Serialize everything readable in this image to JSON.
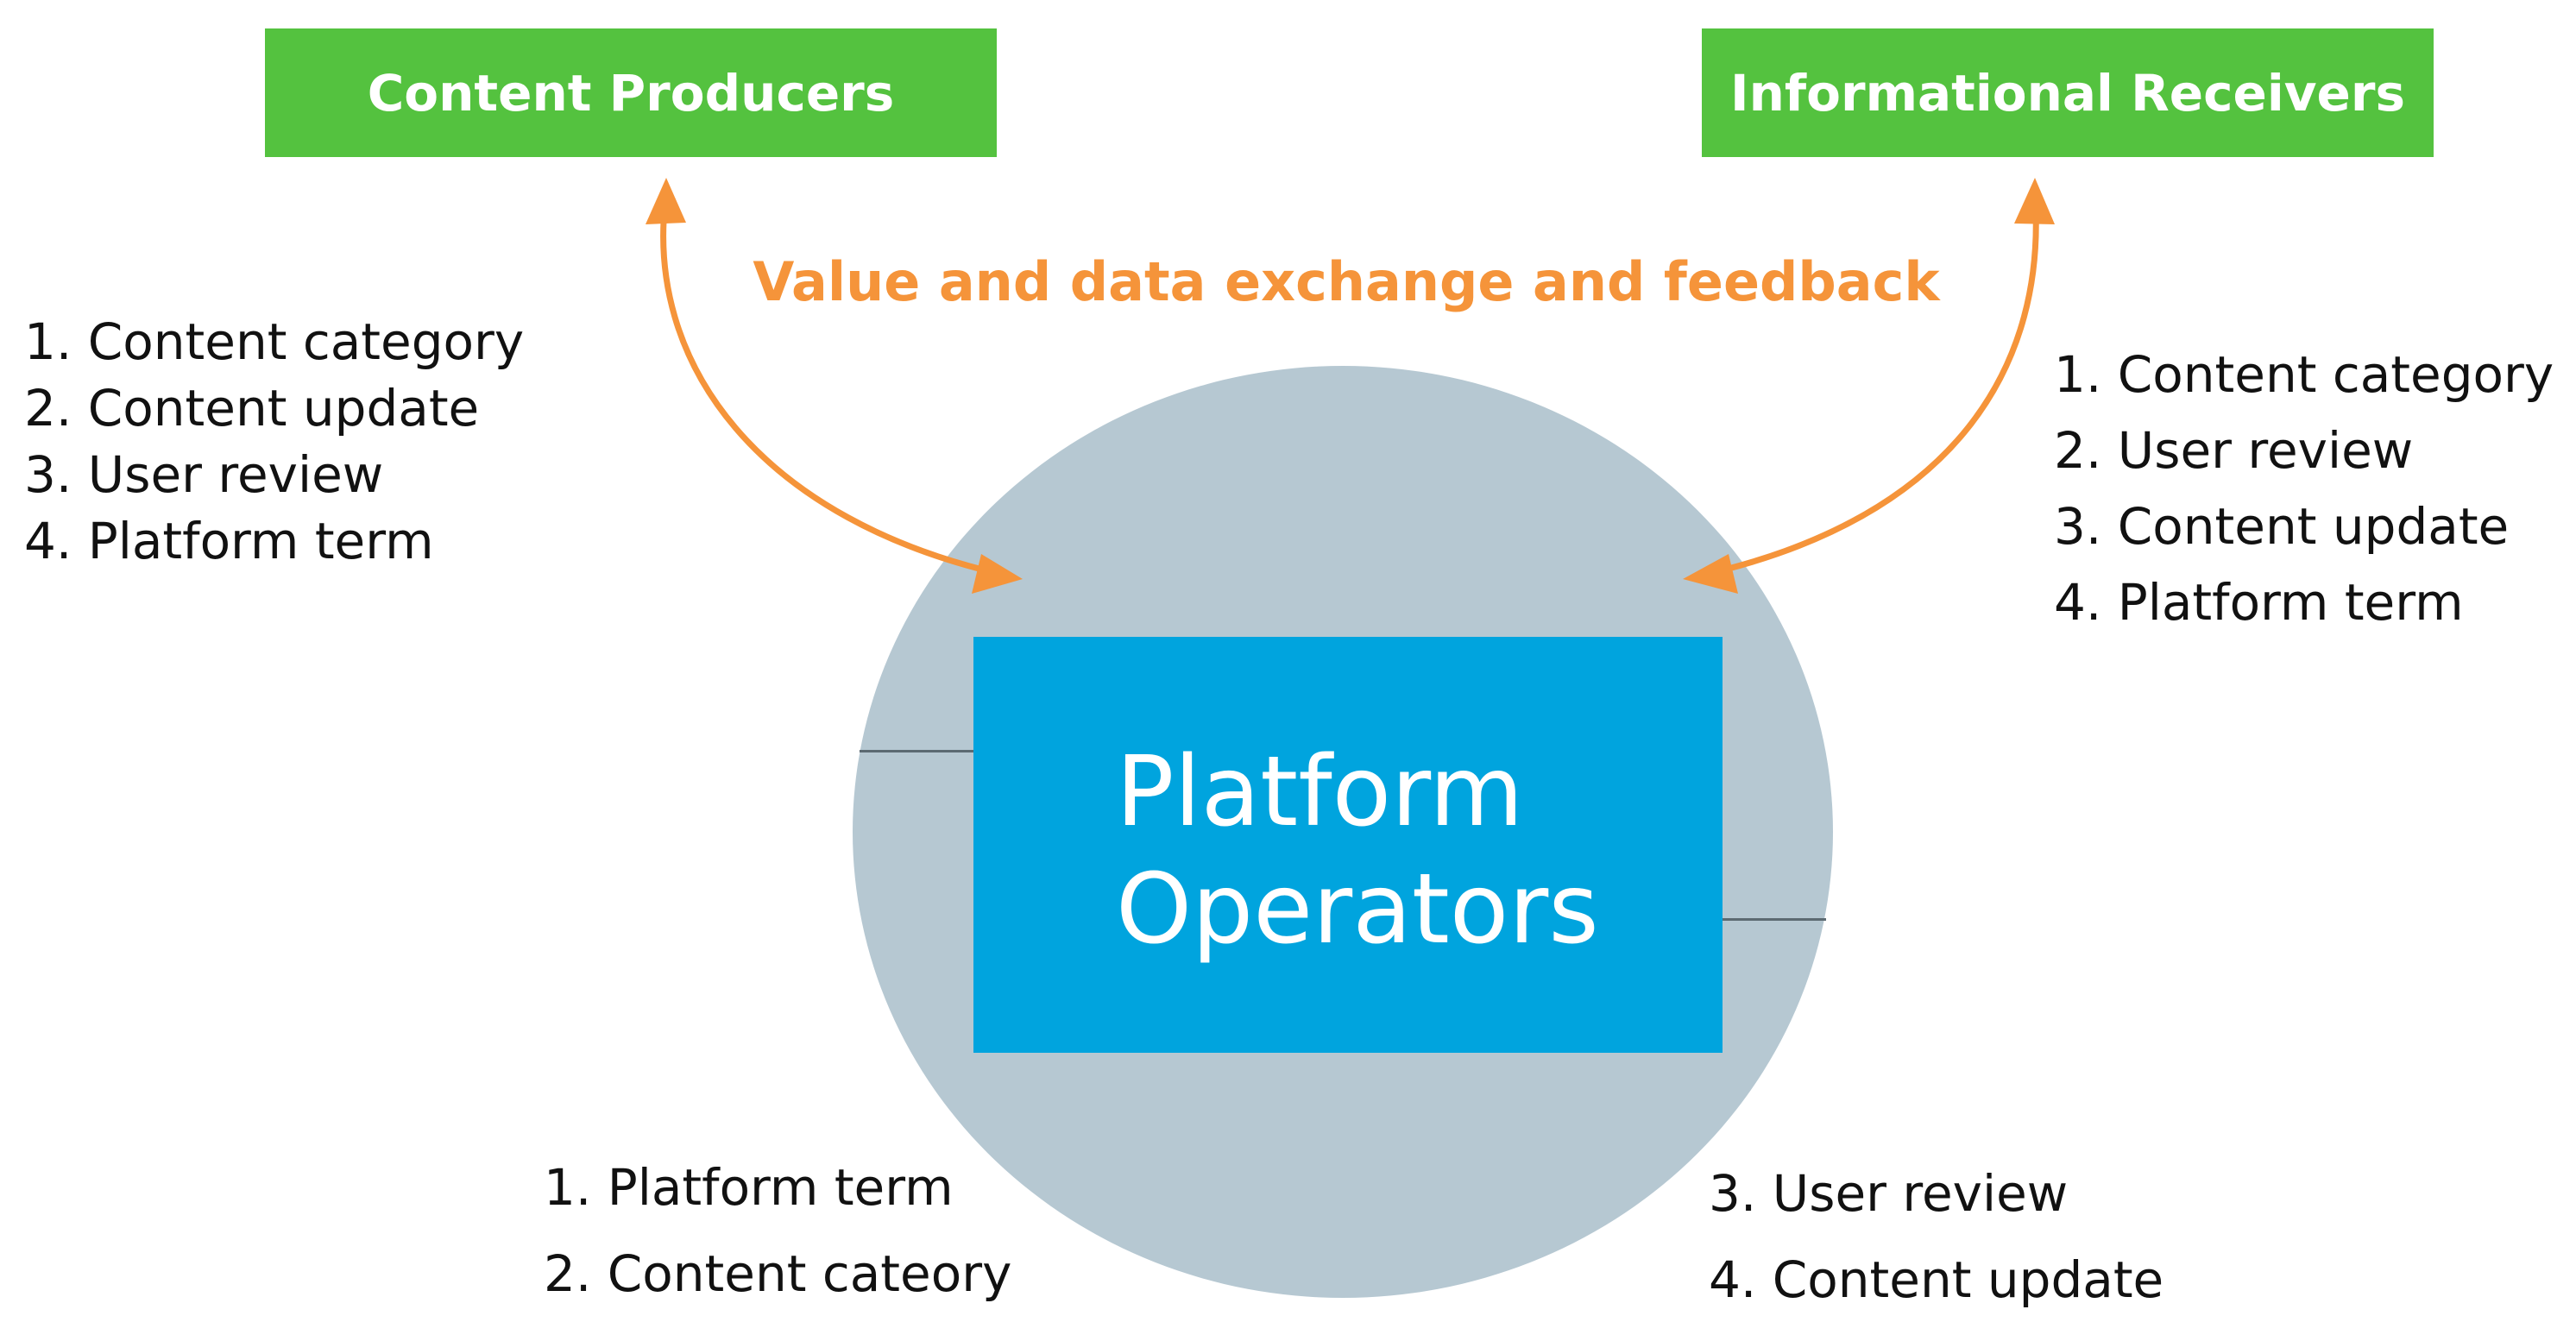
{
  "nodes": {
    "producers": "Content Producers",
    "receivers": "Informational Receivers",
    "operators_line1": "Platform",
    "operators_line2": "Operators"
  },
  "exchange_label": "Value and data exchange and feedback",
  "lists": {
    "producers": [
      "1. Content category",
      "2. Content update",
      "3. User review",
      "4. Platform term"
    ],
    "receivers": [
      "1. Content category",
      "2. User review",
      "3. Content update",
      "4. Platform term"
    ],
    "bottom_left": [
      "1. Platform term",
      "2. Content cateory"
    ],
    "bottom_right": [
      "3. User review",
      "4. Content update"
    ]
  },
  "colors": {
    "node_green": "#54c23f",
    "operators_blue": "#00a4de",
    "circle_gray": "#b6c8d2",
    "arrow_orange": "#f5943a"
  }
}
